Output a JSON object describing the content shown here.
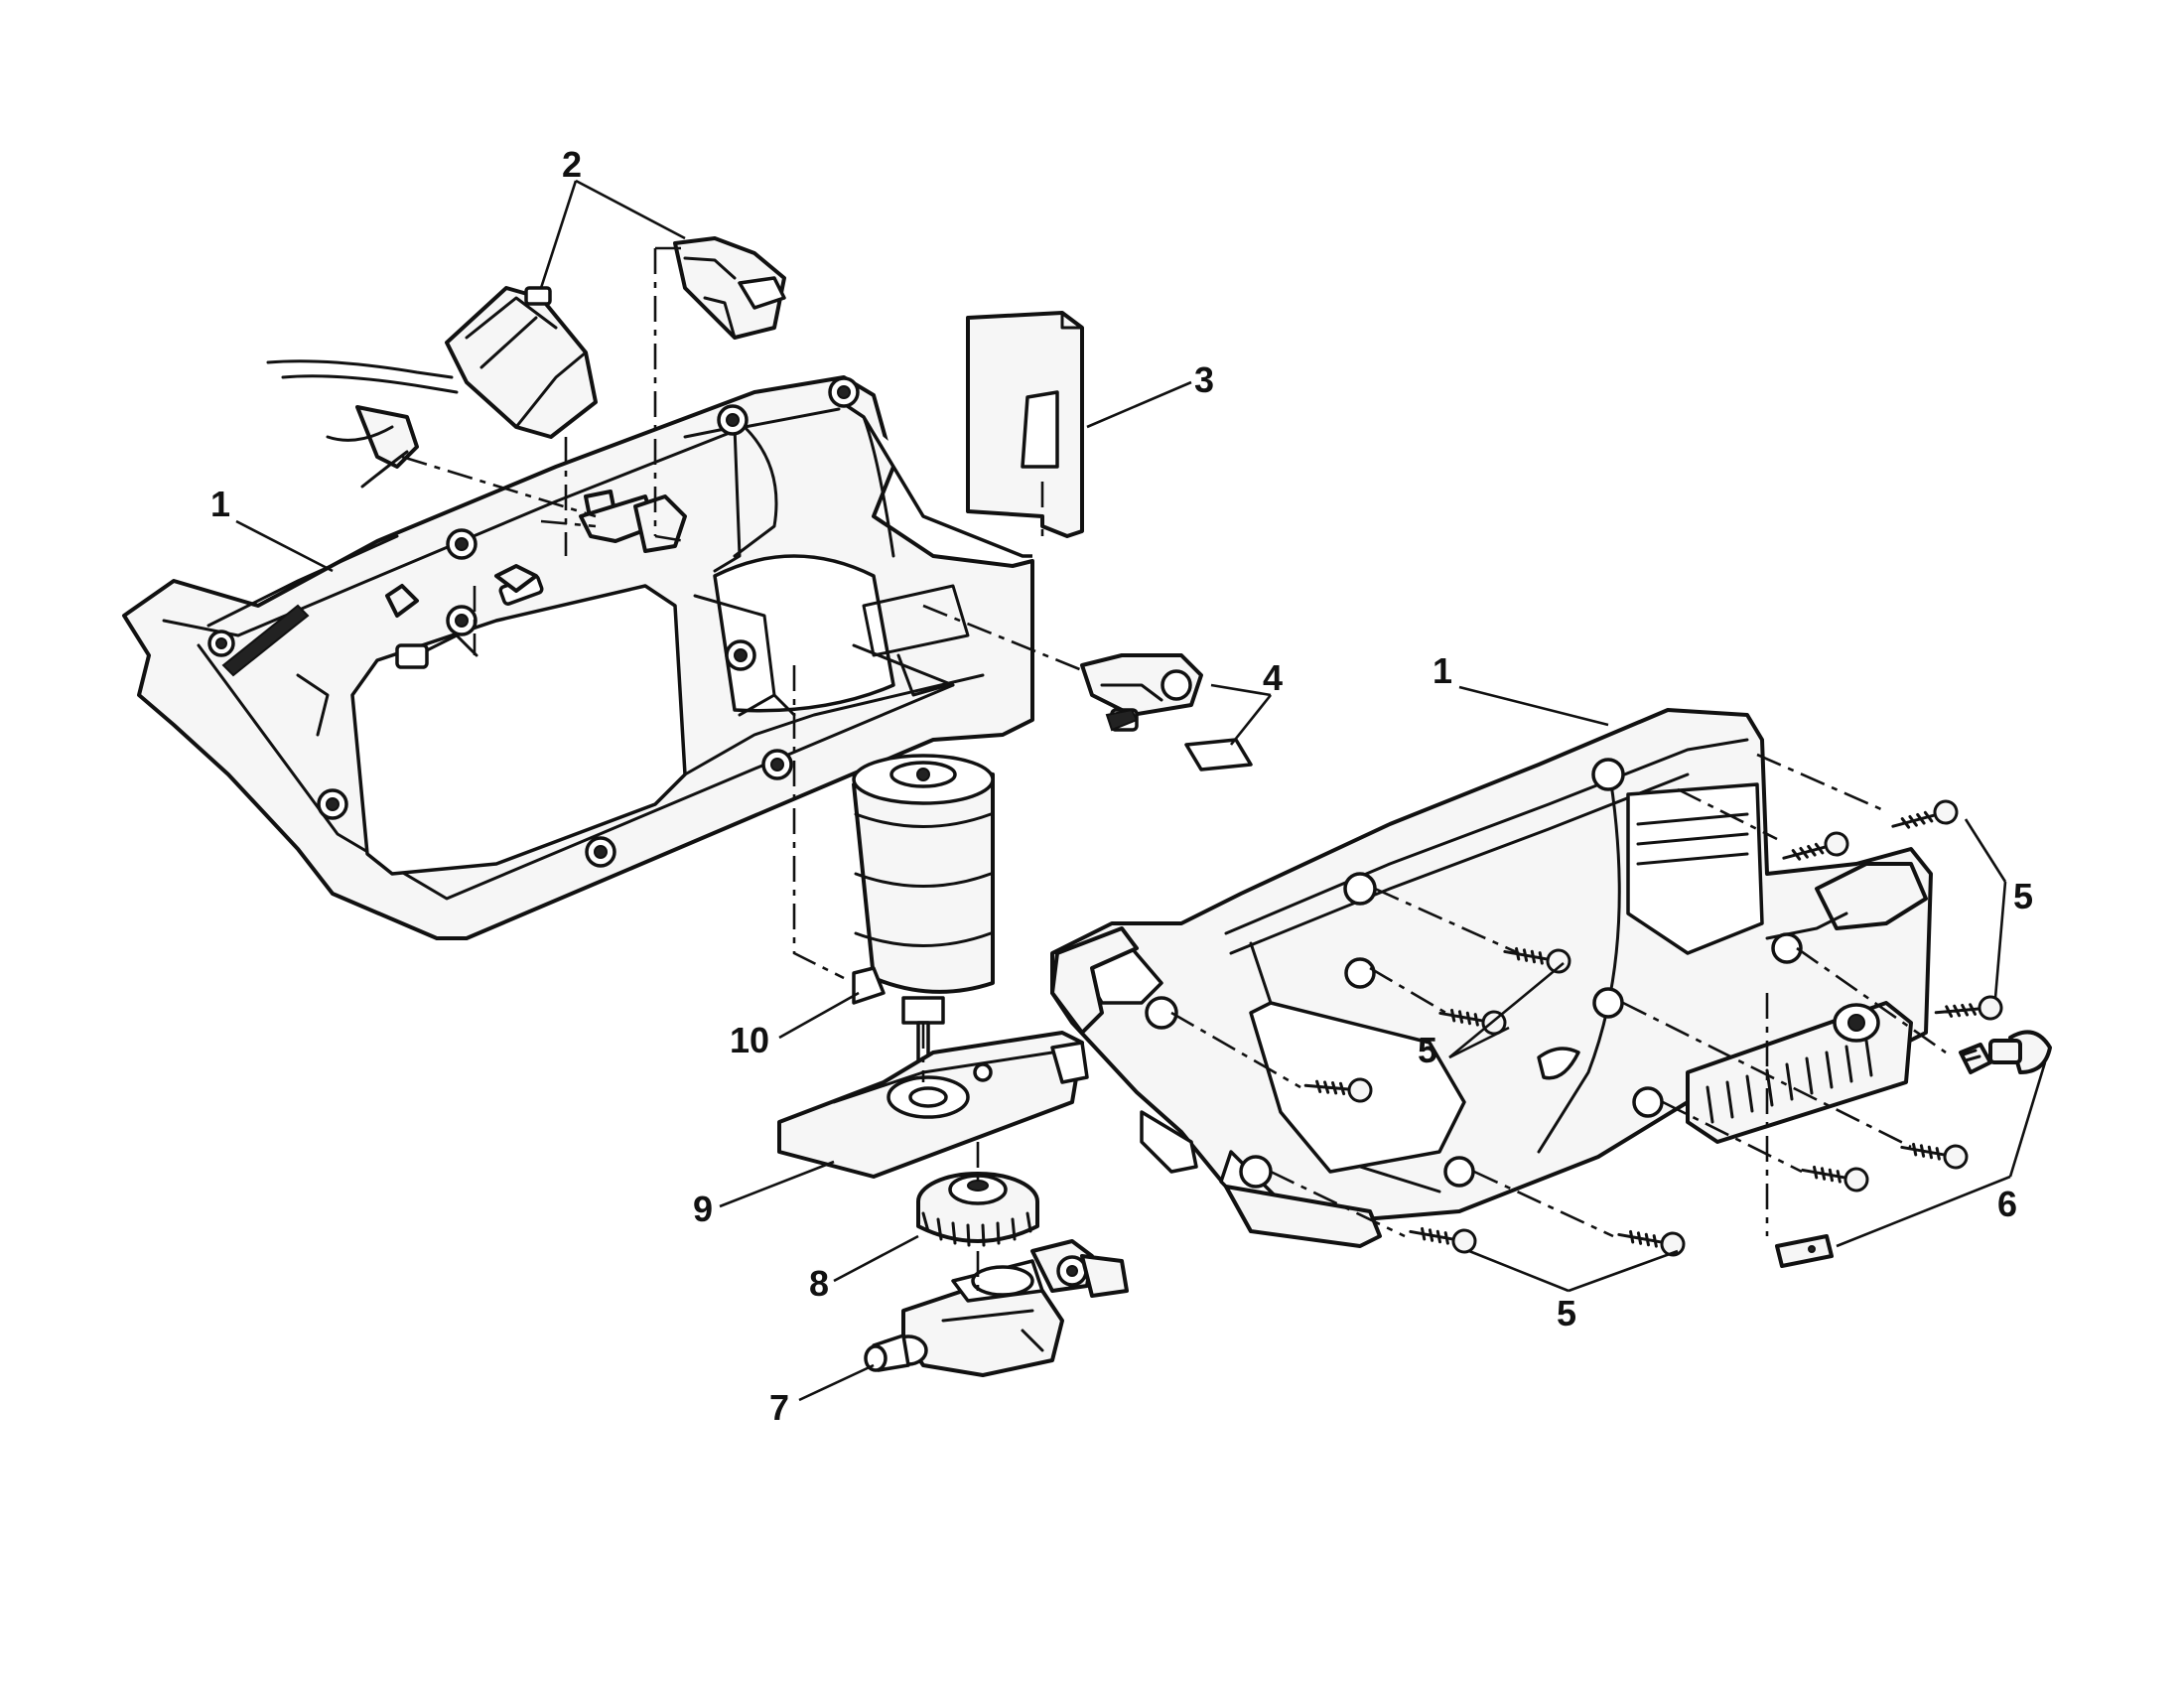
{
  "diagram": {
    "callouts": [
      {
        "id": "c1a",
        "text": "1"
      },
      {
        "id": "c2",
        "text": "2"
      },
      {
        "id": "c3",
        "text": "3"
      },
      {
        "id": "c4",
        "text": "4"
      },
      {
        "id": "c1b",
        "text": "1"
      },
      {
        "id": "c5a",
        "text": "5"
      },
      {
        "id": "c5b",
        "text": "5"
      },
      {
        "id": "c5c",
        "text": "5"
      },
      {
        "id": "c6",
        "text": "6"
      },
      {
        "id": "c7",
        "text": "7"
      },
      {
        "id": "c8",
        "text": "8"
      },
      {
        "id": "c9",
        "text": "9"
      },
      {
        "id": "c10",
        "text": "10"
      }
    ]
  }
}
